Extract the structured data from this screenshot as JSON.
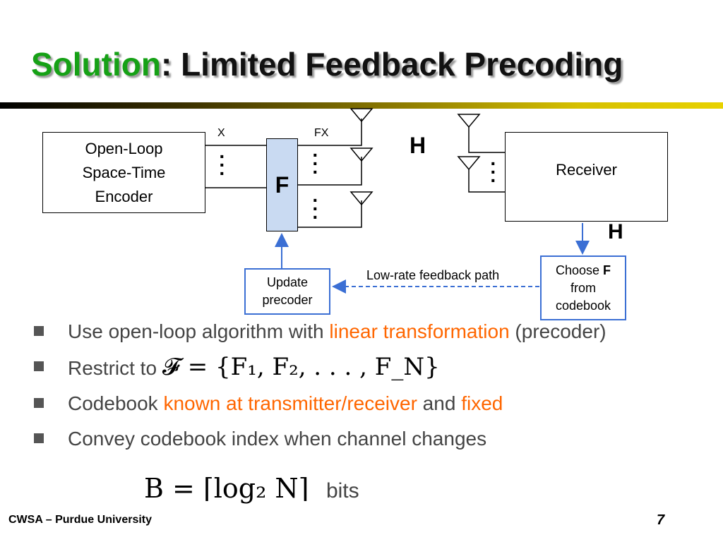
{
  "title": {
    "highlight": "Solution",
    "rest": ": Limited Feedback Precoding"
  },
  "diagram": {
    "encoder_label": "Open-Loop\nSpace-Time\nEncoder",
    "precoder_label": "F",
    "x_label": "X",
    "fx_label": "FX",
    "channel_label_top": "H",
    "receiver_label": "Receiver",
    "channel_label_side": "H",
    "update_label": "Update\nprecoder",
    "feedback_label": "Low-rate feedback path",
    "choose_prefix": "Choose ",
    "choose_bold": "F",
    "choose_rest": "from\ncodebook",
    "colors": {
      "blue_box": "#3b6fd4",
      "precoder_fill": "#c9daf2",
      "feedback_arrow": "#3b6fd4"
    }
  },
  "bullets": [
    {
      "before": "Use open-loop algorithm with ",
      "highlight": "linear transformation",
      "after": " (precoder)"
    },
    {
      "before": "Restrict to ",
      "math": "𝓕 = {F₁, F₂, . . . , F_N}"
    },
    {
      "before": "Codebook ",
      "highlight": "known at transmitter/receiver",
      "middle": " and ",
      "highlight2": "fixed"
    },
    {
      "before": "Convey codebook index when channel changes"
    }
  ],
  "equation": {
    "math": "B = ⌈log₂ N⌉",
    "unit": "bits"
  },
  "footer": {
    "left": "CWSA – Purdue University",
    "page": "7"
  },
  "colors": {
    "title_green": "#16a116",
    "highlight_orange": "#ff6600",
    "body_text": "#444444"
  }
}
